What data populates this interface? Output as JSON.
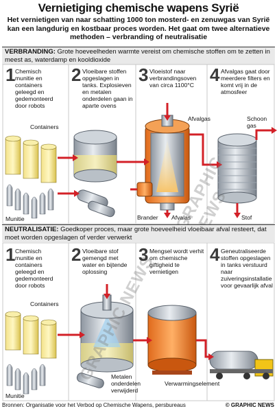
{
  "header": {
    "title": "Vernietiging chemische wapens Syrië",
    "subtitle": "Het vernietigen van naar schatting 1000 ton mosterd- en zenuwgas van Syrië kan een langdurig en kostbaar proces worden. Het gaat om twee alternatieve methoden – verbranding of neutralisatie"
  },
  "verbranding": {
    "label": "VERBRANDING:",
    "text": "Grote hoeveelheden warmte vereist om chemische stoffen om te zetten in meest as, waterdamp en kooldioxide",
    "steps": [
      {
        "num": "1",
        "text": "Chemisch munitie en containers geleegd en gedemonteerd door robots"
      },
      {
        "num": "2",
        "text": "Vloeibare stoffen opgeslagen in tanks. Explosieven en metalen onderdelen gaan in aparte ovens"
      },
      {
        "num": "3",
        "text": "Vloeistof naar verbrandingsoven van circa 1100°C"
      },
      {
        "num": "4",
        "text": "Afvalgas gaat door meerdere filters en komt vrij in de atmosfeer"
      }
    ],
    "labels": {
      "containers": "Containers",
      "munitie": "Munitie",
      "afvalgas": "Afvalgas",
      "schoon_gas": "Schoon gas",
      "brander": "Brander",
      "afvalas": "Afvalas",
      "stof": "Stof"
    }
  },
  "neutralisatie": {
    "label": "NEUTRALISATIE:",
    "text": "Goedkoper proces, maar grote hoeveelheid vloeibaar afval resteert, dat moet worden opgeslagen of verder verwerkt",
    "steps": [
      {
        "num": "1",
        "text": "Chemisch munitie en containers geleegd en gedemonteerd door robots"
      },
      {
        "num": "2",
        "text": "Vloeibare stof gemengd met water en bijtende oplossing"
      },
      {
        "num": "3",
        "text": "Mengsel wordt verhit om chemische giftigheid te vernietigen"
      },
      {
        "num": "4",
        "text": "Geneutraliseerde stoffen opgeslagen in tanks verstuurd naar zuiveringsinstallatie voor gevaarlijk afval"
      }
    ],
    "labels": {
      "containers": "Containers",
      "munitie": "Munitie",
      "metalen": "Metalen onderdelen verwijderd",
      "verwarming": "Verwarmingselement"
    }
  },
  "footer": {
    "source": "Bronnen: Organisatie voor het Verbod op Chemische Wapens, persbureaus",
    "credit": "© GRAPHIC NEWS"
  },
  "watermark": "GRAPHIC NEWS"
}
